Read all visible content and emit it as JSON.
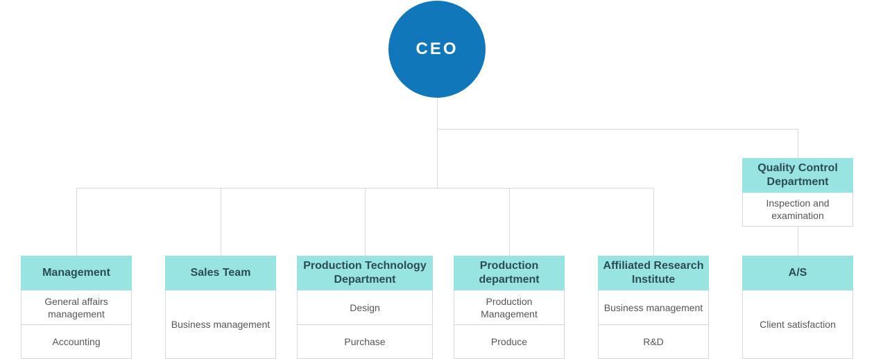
{
  "ceo": {
    "label": "CEO"
  },
  "departments": [
    {
      "name": "Management",
      "items": [
        "General affairs management",
        "Accounting"
      ]
    },
    {
      "name": "Sales Team",
      "items": [
        "Business management"
      ]
    },
    {
      "name": "Production Technology Department",
      "items": [
        "Design",
        "Purchase"
      ]
    },
    {
      "name": "Production department",
      "items": [
        "Production Management",
        "Produce"
      ]
    },
    {
      "name": "Affiliated Research Institute",
      "items": [
        "Business management",
        "R&D"
      ]
    },
    {
      "name": "Quality Control Department",
      "items": [
        "Inspection and examination"
      ]
    },
    {
      "name": "A/S",
      "items": [
        "Client satisfaction"
      ]
    }
  ],
  "colors": {
    "ceo": "#1177bb",
    "header": "#98e4e2",
    "header_text": "#2b4c55",
    "line": "#d6d6d6"
  }
}
